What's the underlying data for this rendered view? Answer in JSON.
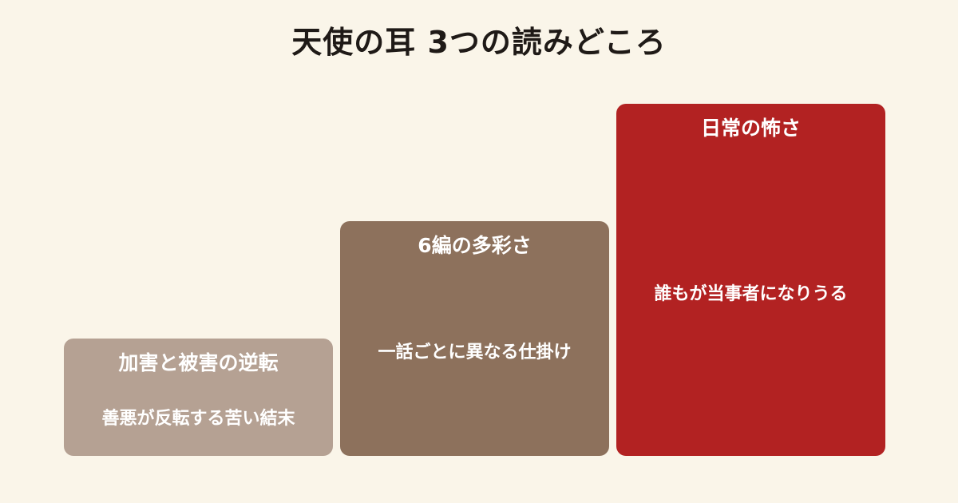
{
  "title": "天使の耳 3つの読みどころ",
  "steps": [
    {
      "heading": "加害と被害の逆転",
      "description": "善悪が反転する苦い結末",
      "color": "#b5a193"
    },
    {
      "heading": "6編の多彩さ",
      "description": "一話ごとに異なる仕掛け",
      "color": "#8d715c"
    },
    {
      "heading": "日常の怖さ",
      "description": "誰もが当事者になりうる",
      "color": "#b22222"
    }
  ]
}
